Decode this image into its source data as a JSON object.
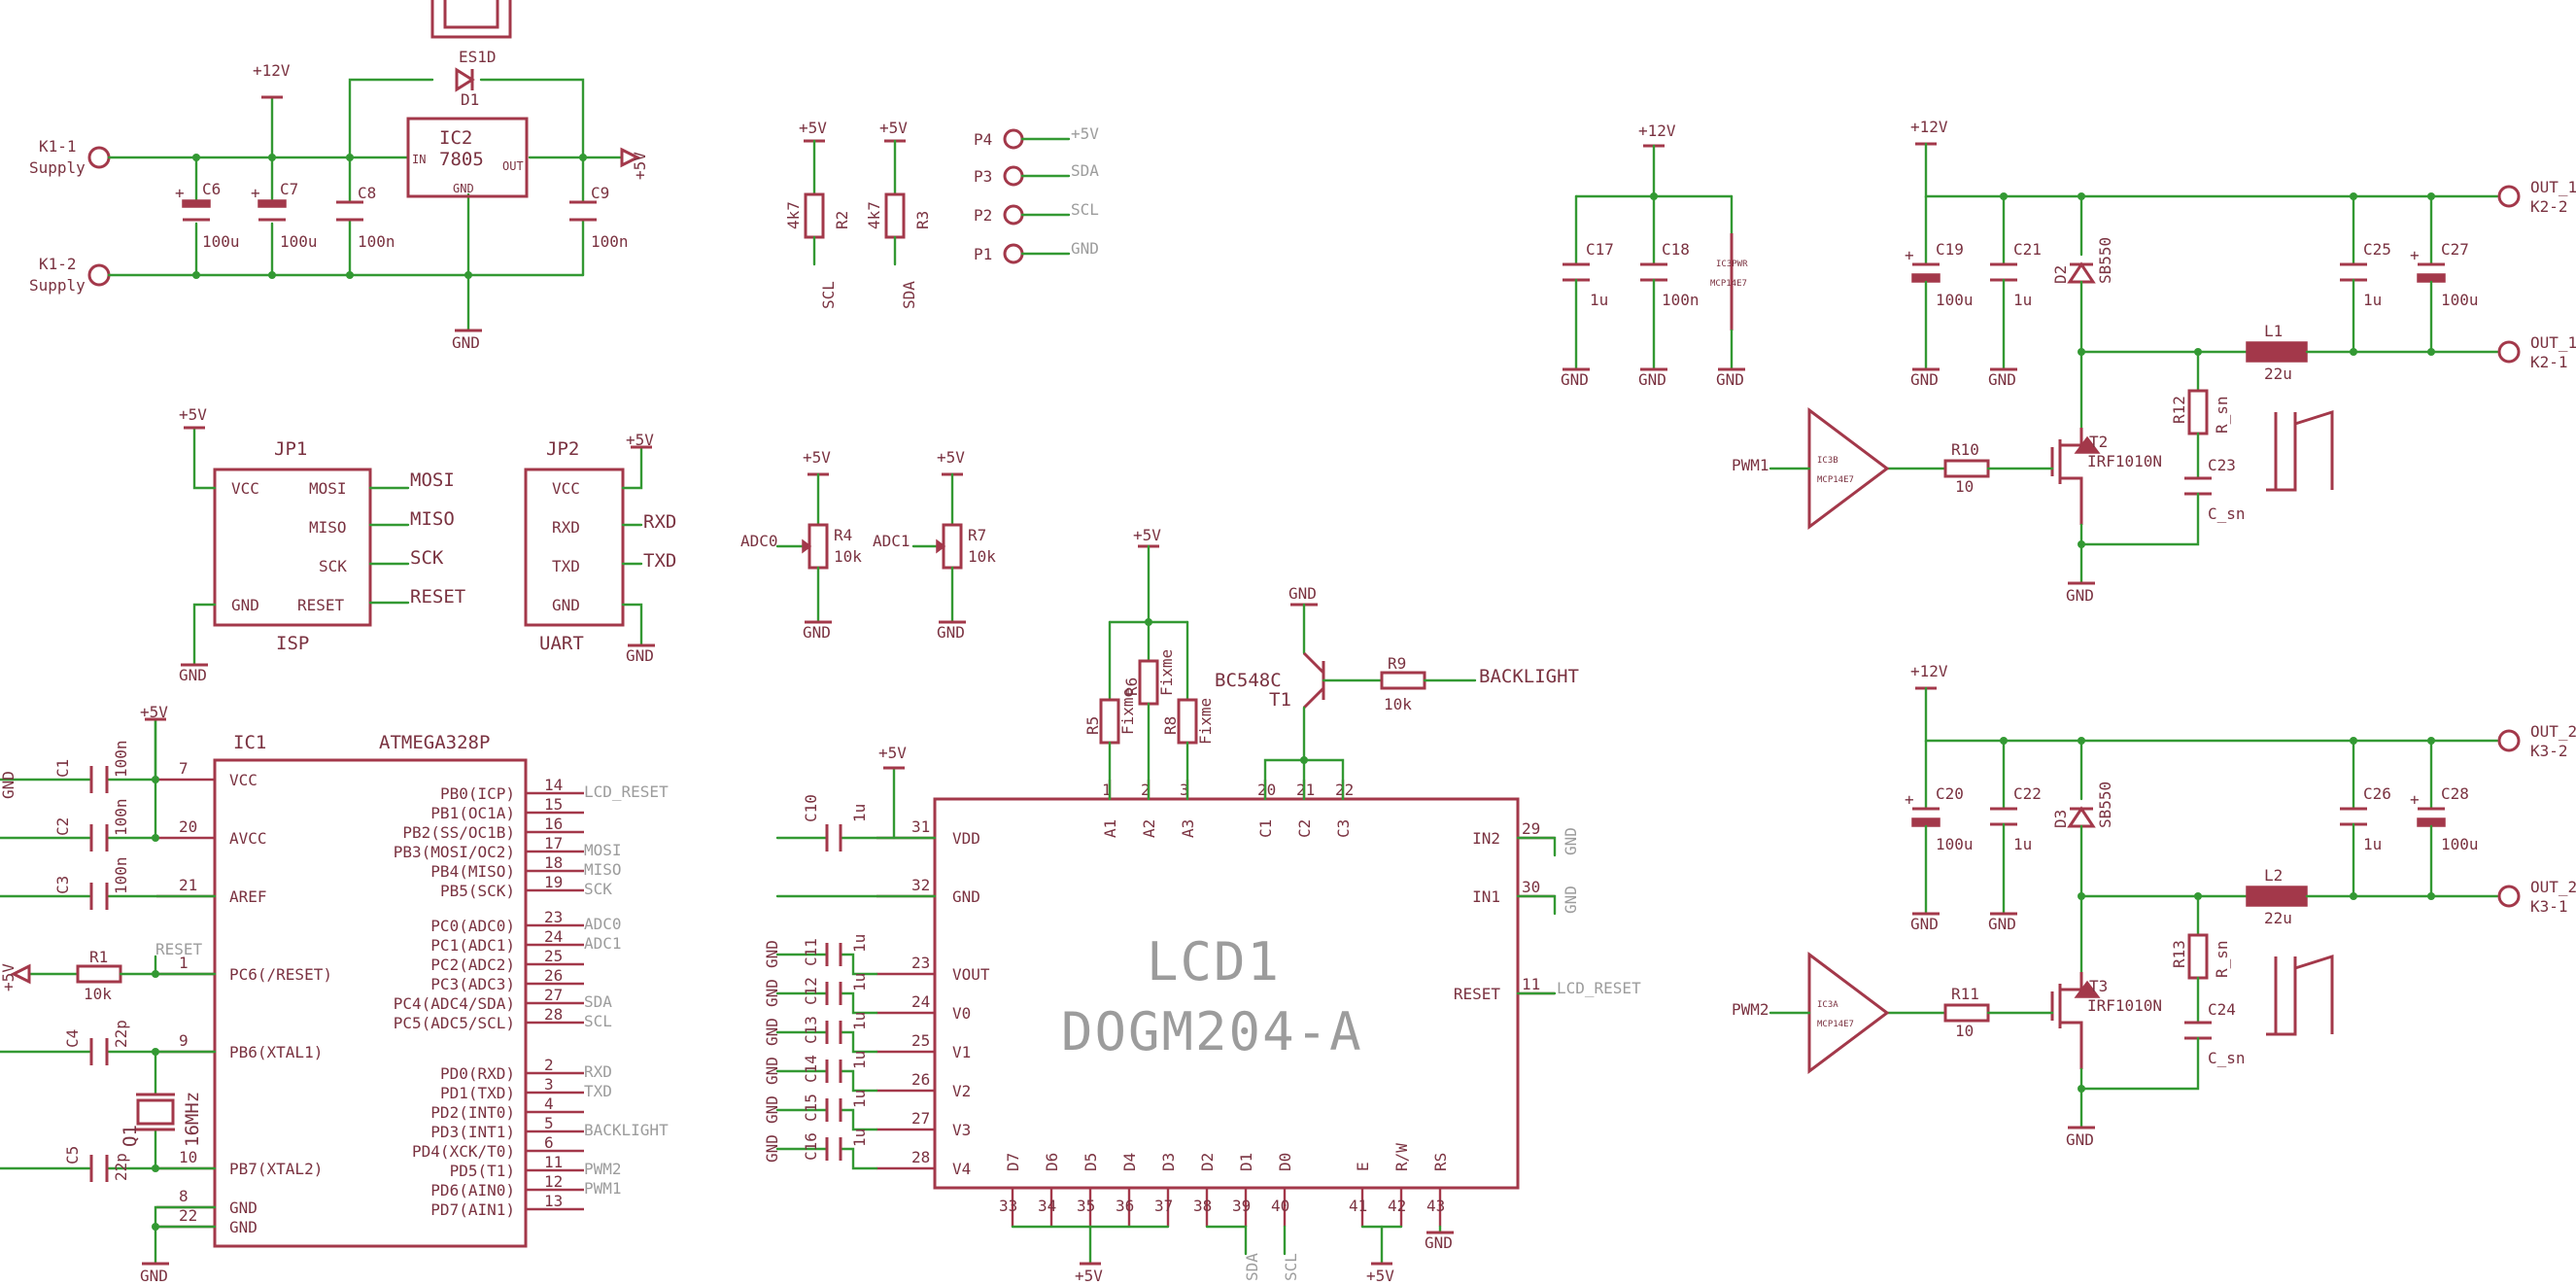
{
  "supply": {
    "k1_1": "K1-1",
    "k1_2": "K1-2",
    "supply_label": "Supply",
    "p12v": "+12V",
    "p5v": "+5V",
    "gnd": "GND",
    "c6": "C6",
    "c6v": "100u",
    "c7": "C7",
    "c7v": "100u",
    "c8": "C8",
    "c8v": "100n",
    "c9": "C9",
    "c9v": "100n",
    "ic2": "IC2",
    "ic2v": "7805",
    "in": "IN",
    "out": "OUT",
    "ic2gnd": "GND",
    "d1": "D1",
    "d1v": "ES1D"
  },
  "pullups": {
    "r2": "R2",
    "r2v": "4k7",
    "r3": "R3",
    "r3v": "4k7",
    "scl": "SCL",
    "sda": "SDA",
    "p5v": "+5V"
  },
  "header_p": {
    "p4": "P4",
    "p3": "P3",
    "p2": "P2",
    "p1": "P1",
    "n4": "+5V",
    "n3": "SDA",
    "n2": "SCL",
    "n1": "GND"
  },
  "isp": {
    "name": "JP1",
    "sub": "ISP",
    "vcc": "VCC",
    "gnd": "GND",
    "mosi": "MOSI",
    "miso": "MISO",
    "sck": "SCK",
    "reset": "RESET",
    "net_mosi": "MOSI",
    "net_miso": "MISO",
    "net_sck": "SCK",
    "net_reset": "RESET",
    "p5v": "+5V",
    "ggnd": "GND"
  },
  "uart": {
    "name": "JP2",
    "sub": "UART",
    "vcc": "VCC",
    "rxd": "RXD",
    "txd": "TXD",
    "gnd": "GND",
    "net_rxd": "RXD",
    "net_txd": "TXD",
    "p5v": "+5V",
    "ggnd": "GND"
  },
  "adc": {
    "adc0": "ADC0",
    "adc1": "ADC1",
    "r4": "R4",
    "r4v": "10k",
    "r7": "R7",
    "r7v": "10k",
    "p5v": "+5V",
    "gnd": "GND"
  },
  "mcu": {
    "name": "IC1",
    "part": "ATMEGA328P",
    "left": [
      {
        "label": "VCC",
        "pin": "7"
      },
      {
        "label": "AVCC",
        "pin": "20"
      },
      {
        "label": "AREF",
        "pin": "21"
      },
      {
        "label": "PC6(/RESET)",
        "pin": "1"
      },
      {
        "label": "PB6(XTAL1)",
        "pin": "9"
      },
      {
        "label": "PB7(XTAL2)",
        "pin": "10"
      },
      {
        "label": "GND",
        "pin": "8"
      },
      {
        "label": "GND",
        "pin": "22"
      }
    ],
    "right": [
      {
        "label": "PB0(ICP)",
        "pin": "14",
        "net": "LCD_RESET"
      },
      {
        "label": "PB1(OC1A)",
        "pin": "15",
        "net": ""
      },
      {
        "label": "PB2(SS/OC1B)",
        "pin": "16",
        "net": ""
      },
      {
        "label": "PB3(MOSI/OC2)",
        "pin": "17",
        "net": "MOSI"
      },
      {
        "label": "PB4(MISO)",
        "pin": "18",
        "net": "MISO"
      },
      {
        "label": "PB5(SCK)",
        "pin": "19",
        "net": "SCK"
      },
      {
        "label": "PC0(ADC0)",
        "pin": "23",
        "net": "ADC0"
      },
      {
        "label": "PC1(ADC1)",
        "pin": "24",
        "net": "ADC1"
      },
      {
        "label": "PC2(ADC2)",
        "pin": "25",
        "net": ""
      },
      {
        "label": "PC3(ADC3)",
        "pin": "26",
        "net": ""
      },
      {
        "label": "PC4(ADC4/SDA)",
        "pin": "27",
        "net": "SDA"
      },
      {
        "label": "PC5(ADC5/SCL)",
        "pin": "28",
        "net": "SCL"
      },
      {
        "label": "PD0(RXD)",
        "pin": "2",
        "net": "RXD"
      },
      {
        "label": "PD1(TXD)",
        "pin": "3",
        "net": "TXD"
      },
      {
        "label": "PD2(INT0)",
        "pin": "4",
        "net": ""
      },
      {
        "label": "PD3(INT1)",
        "pin": "5",
        "net": "BACKLIGHT"
      },
      {
        "label": "PD4(XCK/T0)",
        "pin": "6",
        "net": ""
      },
      {
        "label": "PD5(T1)",
        "pin": "11",
        "net": "PWM2"
      },
      {
        "label": "PD6(AIN0)",
        "pin": "12",
        "net": "PWM1"
      },
      {
        "label": "PD7(AIN1)",
        "pin": "13",
        "net": ""
      }
    ],
    "c1": "C1",
    "c1v": "100n",
    "c2": "C2",
    "c2v": "100n",
    "c3": "C3",
    "c3v": "100n",
    "c4": "C4",
    "c4v": "22p",
    "c5": "C5",
    "c5v": "22p",
    "r1": "R1",
    "r1v": "10k",
    "reset_net": "RESET",
    "q1": "Q1",
    "q1v": "16MHz",
    "p5v": "+5V",
    "gnd": "GND"
  },
  "lcd": {
    "name": "LCD1",
    "part": "DOGM204-A",
    "left": [
      {
        "label": "VDD",
        "pin": "31"
      },
      {
        "label": "GND",
        "pin": "32"
      },
      {
        "label": "VOUT",
        "pin": "23"
      },
      {
        "label": "V0",
        "pin": "24"
      },
      {
        "label": "V1",
        "pin": "25"
      },
      {
        "label": "V2",
        "pin": "26"
      },
      {
        "label": "V3",
        "pin": "27"
      },
      {
        "label": "V4",
        "pin": "28"
      }
    ],
    "top": [
      {
        "label": "A1",
        "pin": "1"
      },
      {
        "label": "A2",
        "pin": "2"
      },
      {
        "label": "A3",
        "pin": "3"
      },
      {
        "label": "C1",
        "pin": "20"
      },
      {
        "label": "C2",
        "pin": "21"
      },
      {
        "label": "C3",
        "pin": "22"
      }
    ],
    "right": [
      {
        "label": "IN2",
        "pin": "29"
      },
      {
        "label": "IN1",
        "pin": "30"
      },
      {
        "label": "RESET",
        "pin": "11"
      }
    ],
    "bottom": [
      {
        "label": "D7",
        "pin": "33"
      },
      {
        "label": "D6",
        "pin": "34"
      },
      {
        "label": "D5",
        "pin": "35"
      },
      {
        "label": "D4",
        "pin": "36"
      },
      {
        "label": "D3",
        "pin": "37"
      },
      {
        "label": "D2",
        "pin": "38"
      },
      {
        "label": "D1",
        "pin": "39"
      },
      {
        "label": "D0",
        "pin": "40"
      },
      {
        "label": "E",
        "pin": "41"
      },
      {
        "label": "R/W",
        "pin": "42"
      },
      {
        "label": "RS",
        "pin": "43"
      }
    ],
    "c10": "C10",
    "c11": "C11",
    "c12": "C12",
    "c13": "C13",
    "c14": "C14",
    "c15": "C15",
    "c16": "C16",
    "cv": "1u",
    "r5": "R5",
    "r6": "R6",
    "r8": "R8",
    "rv": "Fixme",
    "t1": "T1",
    "t1v": "BC548C",
    "r9": "R9",
    "r9v": "10k",
    "backlight": "BACKLIGHT",
    "lcd_reset": "LCD_RESET",
    "sda": "SDA",
    "scl": "SCL",
    "p5v": "+5V",
    "gnd": "GND"
  },
  "ic3pwr": {
    "c17": "C17",
    "c17v": "1u",
    "c18": "C18",
    "c18v": "100n",
    "ic3pwr": "IC3PWR",
    "mcp": "MCP14E7",
    "p12v": "+12V",
    "gnd": "GND"
  },
  "stage1": {
    "p12v": "+12V",
    "c19": "C19",
    "c19v": "100u",
    "c21": "C21",
    "c21v": "1u",
    "d2": "D2",
    "d2v": "SB550",
    "c25": "C25",
    "c25v": "1u",
    "c27": "C27",
    "c27v": "100u",
    "l1": "L1",
    "l1v": "22u",
    "r12": "R12",
    "r12v": "R_sn",
    "c23": "C23",
    "c23v": "C_sn",
    "t2": "T2",
    "t2v": "IRF1010N",
    "r10": "R10",
    "r10v": "10",
    "ic3b": "IC3B",
    "mcp": "MCP14E7",
    "pwm": "PWM1",
    "out_a": "OUT_1",
    "out_ak": "K2-2",
    "out_b": "OUT_1",
    "out_bk": "K2-1",
    "gnd": "GND"
  },
  "stage2": {
    "p12v": "+12V",
    "c20": "C20",
    "c20v": "100u",
    "c22": "C22",
    "c22v": "1u",
    "d3": "D3",
    "d3v": "SB550",
    "c26": "C26",
    "c26v": "1u",
    "c28": "C28",
    "c28v": "100u",
    "l2": "L2",
    "l2v": "22u",
    "r13": "R13",
    "r13v": "R_sn",
    "c24": "C24",
    "c24v": "C_sn",
    "t3": "T3",
    "t3v": "IRF1010N",
    "r11": "R11",
    "r11v": "10",
    "ic3a": "IC3A",
    "mcp": "MCP14E7",
    "pwm": "PWM2",
    "out_a": "OUT_2",
    "out_ak": "K3-2",
    "out_b": "OUT_2",
    "out_bk": "K3-1",
    "gnd": "GND"
  },
  "colors": {
    "wire": "#339933",
    "symbol": "#a3384a",
    "text": "#7a3240",
    "net_label": "#9c9c9c"
  }
}
